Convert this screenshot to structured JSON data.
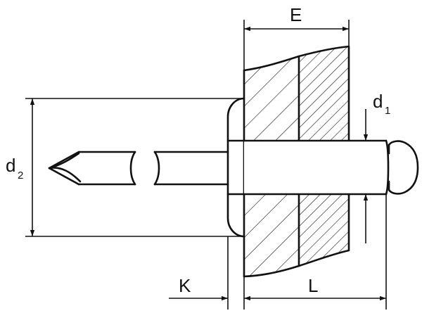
{
  "labels": {
    "E": "E",
    "d1_main": "d",
    "d1_sub": "1",
    "d2_main": "d",
    "d2_sub": "2",
    "K": "K",
    "L": "L"
  },
  "colors": {
    "line": "#111111",
    "background": "#ffffff"
  }
}
